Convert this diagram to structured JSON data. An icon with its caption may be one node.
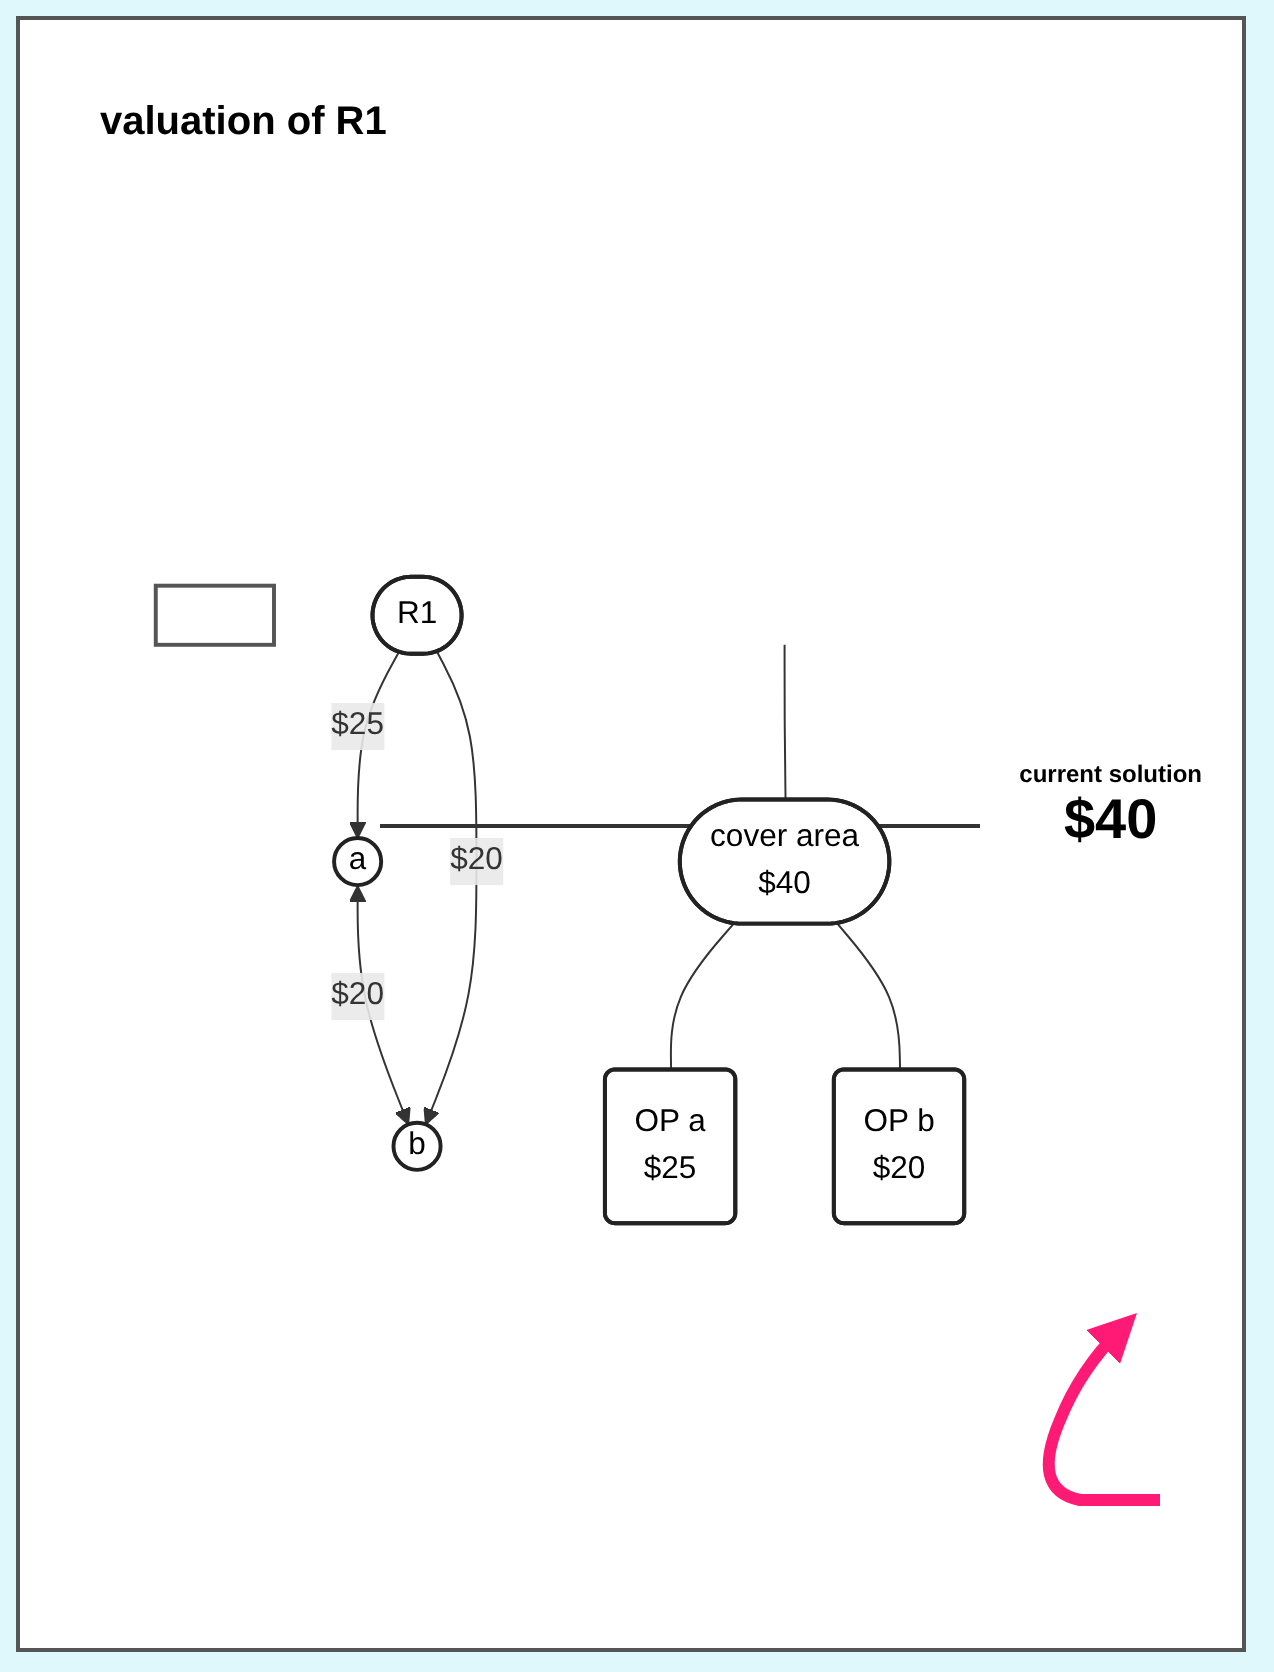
{
  "diagram": {
    "title": "valuation of R1",
    "nodes": [
      {
        "text": [
          "cover area",
          "$40"
        ]
      },
      {
        "text": [
          "OP a",
          "$25"
        ]
      },
      {
        "text": [
          "OP b",
          "$20"
        ]
      },
      {
        "text": [],
        "shape": "box"
      },
      {
        "text": [
          "a"
        ]
      },
      {
        "text": [
          "b"
        ]
      },
      {
        "text": [
          "R1"
        ]
      }
    ],
    "edges": [
      {
        "from": null,
        "to": 0,
        "arrow": "none"
      },
      {
        "from": 0,
        "to": 1,
        "arrow": "none"
      },
      {
        "from": 0,
        "to": 2,
        "arrow": "none"
      },
      {
        "from": 4,
        "to": 5,
        "arrow": "both",
        "label": "$20"
      },
      {
        "from": 6,
        "to": 4,
        "arrow": "to",
        "label": "$25"
      },
      {
        "from": 6,
        "to": 5,
        "arrow": "to",
        "label": "$20"
      }
    ],
    "labels": [
      "current solution",
      "$40"
    ]
  }
}
